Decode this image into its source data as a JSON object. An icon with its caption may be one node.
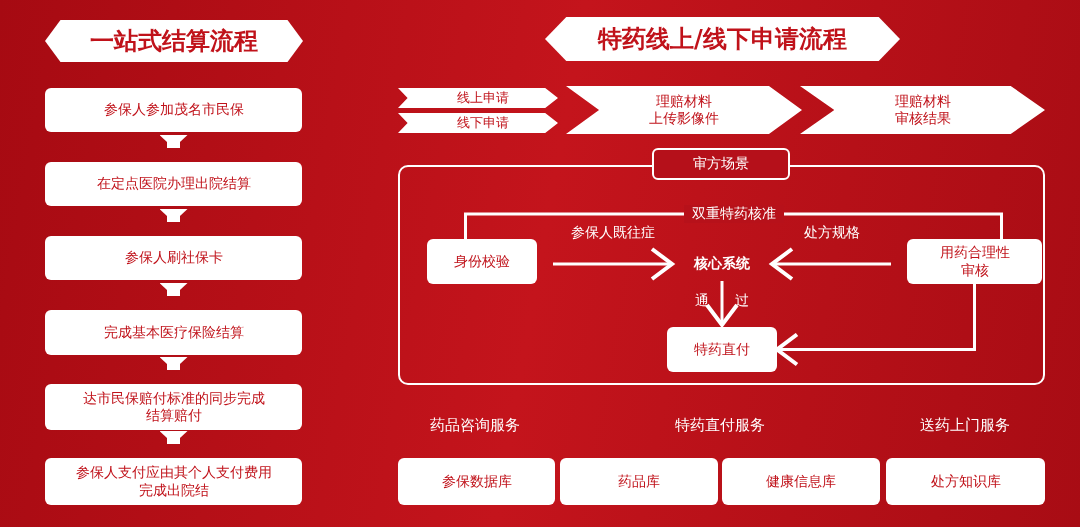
{
  "diagram": {
    "nodes": [
      {
        "text": [
          "一站式结算流程"
        ]
      },
      {
        "text": [
          "参保人参加茂名市民保"
        ]
      },
      {
        "text": [
          "在定点医院办理出院结算"
        ]
      },
      {
        "text": [
          "参保人刷社保卡"
        ]
      },
      {
        "text": [
          "完成基本医疗保险结算"
        ]
      },
      {
        "text": [
          "达市民保赔付标准的同步完成结算赔付"
        ]
      },
      {
        "text": [
          "参保人支付应由其个人支付费用完成出院结"
        ]
      },
      {
        "text": [
          "特药线上/线下申请流程"
        ]
      },
      {
        "text": [
          "线上申请"
        ]
      },
      {
        "text": [
          "线下申请"
        ]
      },
      {
        "text": [
          "理赔材料上传影像件"
        ]
      },
      {
        "text": [
          "理赔材料审核结果"
        ]
      },
      {
        "text": [
          "审方场景"
        ]
      },
      {
        "text": [
          "身份校验"
        ],
        "in": 12
      },
      {
        "text": [
          "核心系统"
        ],
        "in": 12
      },
      {
        "text": [
          "用药合理性审核"
        ],
        "in": 12
      },
      {
        "text": [
          "特药直付"
        ],
        "in": 12
      },
      {
        "text": [
          "参保数据库"
        ]
      },
      {
        "text": [
          "药品库"
        ]
      },
      {
        "text": [
          "健康信息库"
        ]
      },
      {
        "text": [
          "处方知识库"
        ]
      }
    ],
    "edges": [
      {
        "from": 1,
        "to": 2,
        "arrow": "to",
        "style": "thick"
      },
      {
        "from": 2,
        "to": 3,
        "arrow": "to",
        "style": "thick"
      },
      {
        "from": 3,
        "to": 4,
        "arrow": "to",
        "style": "thick"
      },
      {
        "from": 4,
        "to": 5,
        "arrow": "to",
        "style": "thick"
      },
      {
        "from": 5,
        "to": 6,
        "arrow": "to",
        "style": "thick"
      },
      {
        "from": 13,
        "to": 14,
        "arrow": "to",
        "label": "参保人既往症"
      },
      {
        "from": 15,
        "to": 14,
        "arrow": "to",
        "label": "处方规格"
      },
      {
        "from": 14,
        "to": 16,
        "arrow": "to",
        "label": "通过"
      },
      {
        "from": 15,
        "to": 16,
        "arrow": "to"
      },
      {
        "from": 13,
        "to": 15,
        "arrow": "none",
        "label": "双重特药核准"
      }
    ],
    "labels": [
      "药品咨询服务",
      "特药直付服务",
      "送药上门服务"
    ]
  }
}
